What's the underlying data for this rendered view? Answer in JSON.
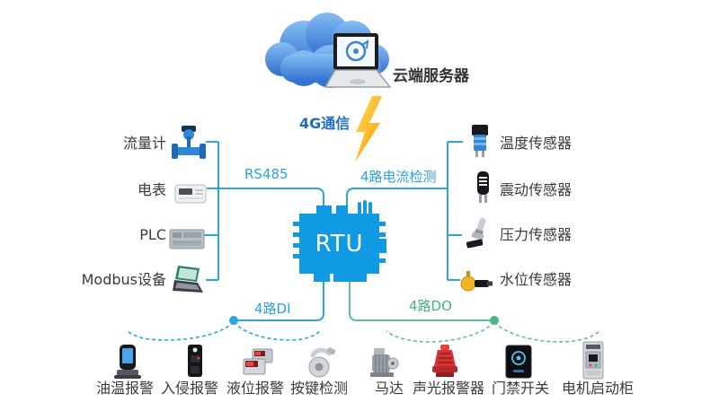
{
  "cloud_server": {
    "label": "云端服务器"
  },
  "wireless": {
    "label": "4G通信"
  },
  "rtu": {
    "label": "RTU"
  },
  "links": {
    "rs485": {
      "label": "RS485"
    },
    "current_detect": {
      "label": "4路电流检测"
    },
    "di": {
      "label": "4路DI"
    },
    "do": {
      "label": "4路DO"
    }
  },
  "serial_devices": [
    {
      "label": "流量计",
      "icon": "flow-meter-icon"
    },
    {
      "label": "电表",
      "icon": "electric-meter-icon"
    },
    {
      "label": "PLC",
      "icon": "plc-icon"
    },
    {
      "label": "Modbus设备",
      "icon": "modbus-device-icon"
    }
  ],
  "analog_sensors": [
    {
      "label": "温度传感器",
      "icon": "temperature-sensor-icon"
    },
    {
      "label": "震动传感器",
      "icon": "vibration-sensor-icon"
    },
    {
      "label": "压力传感器",
      "icon": "pressure-sensor-icon"
    },
    {
      "label": "水位传感器",
      "icon": "water-level-sensor-icon"
    }
  ],
  "di_devices": [
    {
      "label": "油温报警",
      "icon": "oil-temp-alarm-icon"
    },
    {
      "label": "入侵报警",
      "icon": "intrusion-alarm-icon"
    },
    {
      "label": "液位报警",
      "icon": "level-alarm-icon"
    },
    {
      "label": "按键检测",
      "icon": "key-detect-icon"
    }
  ],
  "do_devices": [
    {
      "label": "马达",
      "icon": "motor-icon"
    },
    {
      "label": "声光报警器",
      "icon": "sound-light-alarm-icon"
    },
    {
      "label": "门禁开关",
      "icon": "access-switch-icon"
    },
    {
      "label": "电机启动柜",
      "icon": "motor-starter-icon"
    }
  ],
  "colors": {
    "line_blue": "#2BA4DF",
    "line_green": "#5FC08F",
    "dot_green": "#4CB581",
    "rtu_blue": "#119AE4",
    "link_text_blue": "#2BA0DD",
    "link_text_green": "#45B37A",
    "wireless_text_blue": "#1D6FBE",
    "label_dark": "#3A3A3A"
  }
}
